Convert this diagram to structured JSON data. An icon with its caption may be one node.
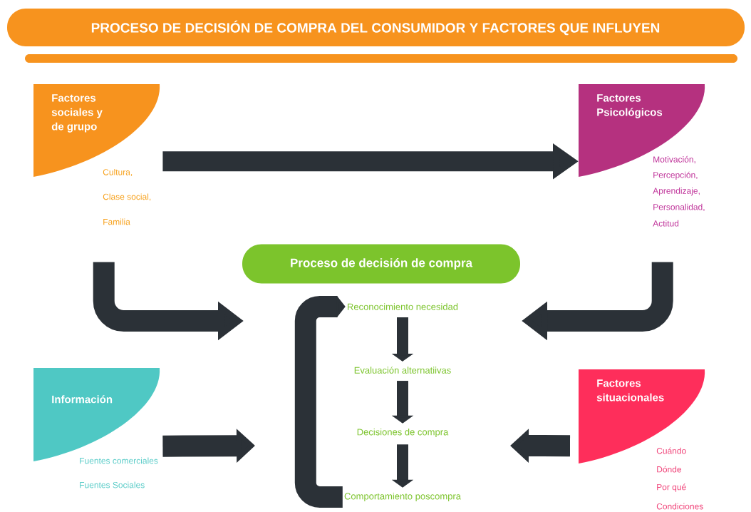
{
  "diagram": {
    "title": "PROCESO DE DECISIÓN DE COMPRA DEL CONSUMIDOR Y FACTORES QUE INFLUYEN",
    "nodes": [
      {
        "text": [
          "Factores sociales y de grupo"
        ],
        "beside": [
          "Cultura,",
          "Clase social,",
          "Familia"
        ]
      },
      {
        "text": [
          "Factores Psicológicos"
        ],
        "beside": [
          "Motivación,",
          "Percepción,",
          "Aprendizaje,",
          "Personalidad,",
          "Actitud"
        ]
      },
      {
        "text": [
          "Proceso de decisión de compra"
        ]
      },
      {
        "text": [
          "Reconocimiento necesidad"
        ]
      },
      {
        "text": [
          "Evaluación alternatiivas"
        ]
      },
      {
        "text": [
          "Decisiones de compra"
        ]
      },
      {
        "text": [
          "Comportamiento poscompra"
        ]
      },
      {
        "text": [
          "Información"
        ],
        "beside": [
          "Fuentes comerciales",
          "Fuentes Sociales"
        ]
      },
      {
        "text": [
          "Factores situacionales"
        ],
        "beside": [
          "Cuándo",
          "Dónde",
          "Por qué",
          "Condiciones"
        ]
      }
    ],
    "edges": [
      {
        "from": 0,
        "to": 1,
        "arrow": "to"
      },
      {
        "from": 0,
        "to": null,
        "arrow": "to"
      },
      {
        "from": 1,
        "to": null,
        "arrow": "to"
      },
      {
        "from": 7,
        "to": null,
        "arrow": "to"
      },
      {
        "from": 8,
        "to": null,
        "arrow": "to"
      },
      {
        "from": 3,
        "to": 4,
        "arrow": "to"
      },
      {
        "from": 4,
        "to": 5,
        "arrow": "to"
      },
      {
        "from": 5,
        "to": 6,
        "arrow": "to"
      },
      {
        "from": 6,
        "to": 3,
        "arrow": "to"
      }
    ]
  }
}
